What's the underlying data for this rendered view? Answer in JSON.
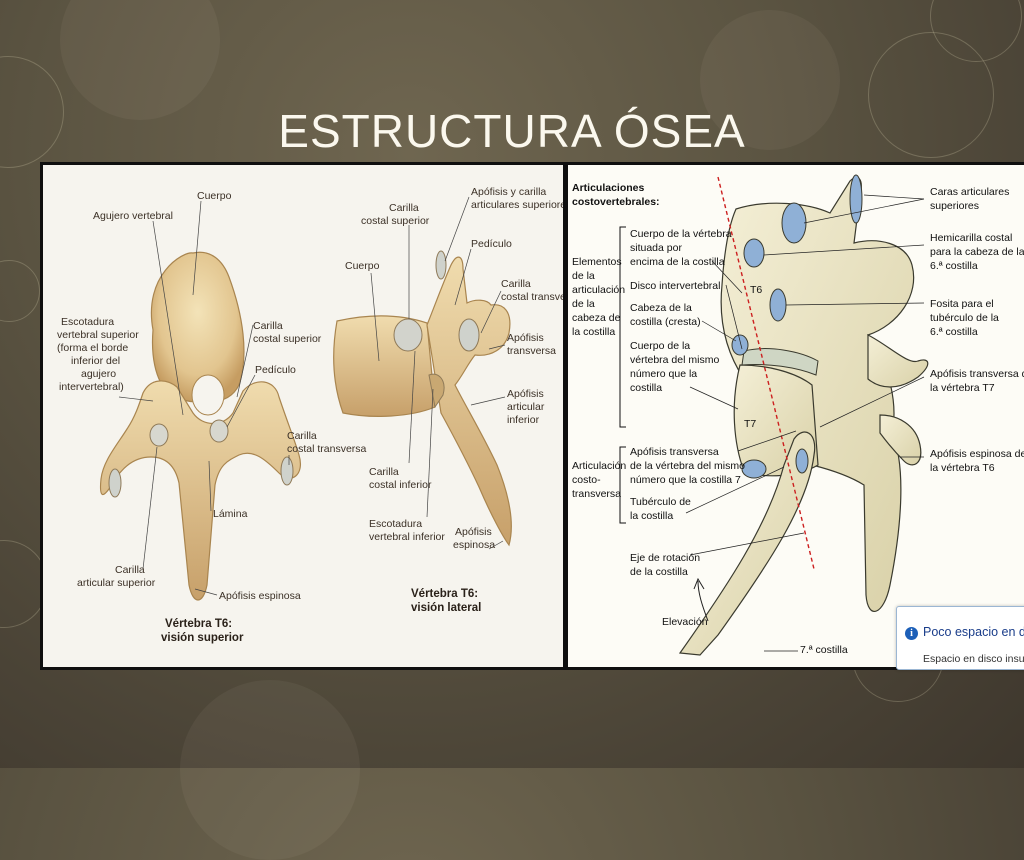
{
  "slide": {
    "title": "ESTRUCTURA ÓSEA"
  },
  "left_figure": {
    "superior_labels": {
      "cuerpo": "Cuerpo",
      "agujero": "Agujero vertebral",
      "escotadura": [
        "Escotadura",
        "vertebral superior",
        "(forma el borde",
        "inferior del",
        "agujero",
        "intervertebral)"
      ],
      "carilla_sup": [
        "Carilla",
        "costal superior"
      ],
      "pediculo": "Pedículo",
      "carilla_transv": [
        "Carilla",
        "costal transversa"
      ],
      "lamina": "Lámina",
      "carilla_art": [
        "Carilla",
        "articular superior"
      ],
      "apofisis_esp": "Apófisis espinosa"
    },
    "superior_caption": [
      "Vértebra T6:",
      "visión superior"
    ],
    "lateral_labels": {
      "carilla_sup": [
        "Carilla",
        "costal superior"
      ],
      "apofisis_carilla": [
        "Apófisis y carilla",
        "articulares superiores"
      ],
      "pediculo": "Pedículo",
      "cuerpo": "Cuerpo",
      "carilla_transv": [
        "Carilla",
        "costal transversa"
      ],
      "apofisis_transv": [
        "Apófisis",
        "transversa"
      ],
      "apofisis_art_inf": [
        "Apófisis",
        "articular",
        "inferior"
      ],
      "carilla_inf": [
        "Carilla",
        "costal inferior"
      ],
      "escotadura_inf": [
        "Escotadura",
        "vertebral inferior"
      ],
      "apofisis_esp": [
        "Apófisis",
        "espinosa"
      ]
    },
    "lateral_caption": [
      "Vértebra T6:",
      "visión lateral"
    ]
  },
  "right_figure": {
    "heading": [
      "Articulaciones",
      "costovertebrales:"
    ],
    "group1": [
      "Elementos",
      "de la",
      "articulación",
      "de la",
      "cabeza de",
      "la costilla"
    ],
    "group1_items": [
      "Cuerpo de la vértebra",
      "situada por",
      "encima de la costilla",
      "Disco intervertebral",
      "Cabeza de la",
      "costilla (cresta)",
      "Cuerpo de la",
      "vértebra del mismo",
      "número que la",
      "costilla"
    ],
    "group2": [
      "Articulación",
      "costo-",
      "transversa"
    ],
    "group2_items": [
      "Apófisis transversa",
      "de la vértebra del mismo",
      "número que la costilla 7",
      "Tubérculo de",
      "la costilla"
    ],
    "eje": [
      "Eje de rotación",
      "de la costilla"
    ],
    "elevacion": "Elevación",
    "costilla7": "7.ª costilla",
    "t6": "T6",
    "t7": "T7",
    "right_labels": {
      "caras": [
        "Caras articulares",
        "superiores"
      ],
      "hemicarilla": [
        "Hemicarilla costal",
        "para la cabeza de la",
        "6.ª costilla"
      ],
      "fosita": [
        "Fosita para el",
        "tubérculo de la",
        "6.ª costilla"
      ],
      "apofisis_transv": [
        "Apófisis transversa de",
        "la vértebra T7"
      ],
      "apofisis_esp": [
        "Apófisis espinosa de",
        "la vértebra T6"
      ]
    }
  },
  "notification": {
    "title": "Poco espacio en disco",
    "body": "Espacio en disco insuficiente"
  },
  "colors": {
    "bone": "#e9d7a8",
    "bone_shadow": "#c9a872",
    "cartilage": "#8fb0d6",
    "axis_line": "#cc1f1f"
  }
}
